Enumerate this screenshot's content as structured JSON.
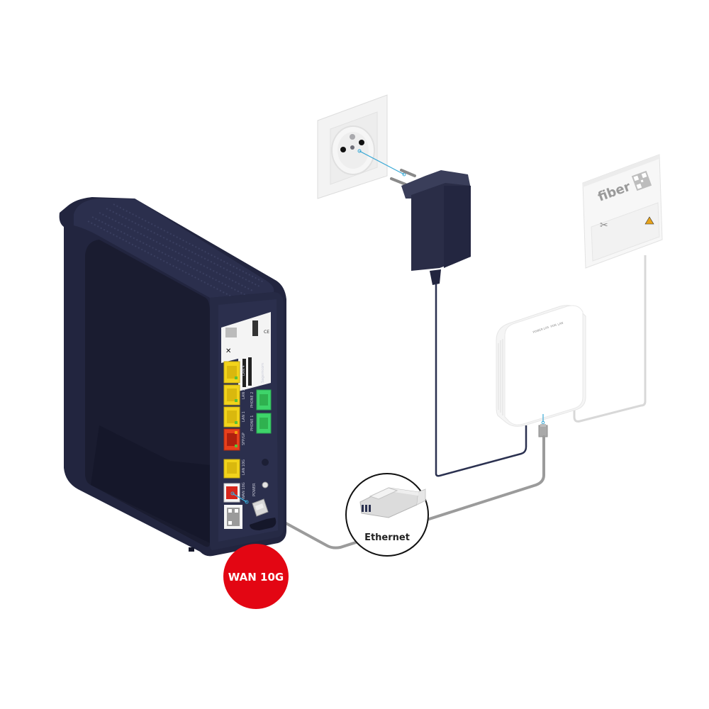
{
  "diagram": {
    "title": "Box fiber installation - WAN 10G connection",
    "badges": {
      "wan": {
        "label": "WAN 10G",
        "color": "#e30613"
      }
    },
    "callout": {
      "label": "Ethernet",
      "icon": "ethernet-plug-icon"
    },
    "fiber_outlet": {
      "brand": "fiber",
      "icons": [
        "scissors-icon",
        "laser-warning-icon",
        "qr-code-icon"
      ]
    },
    "ont": {
      "leds": [
        "POWER",
        "LOS",
        "PON",
        "LAN"
      ]
    },
    "router": {
      "ports": [
        {
          "id": "lan4",
          "label": "LAN 4",
          "color": "#f2d31b"
        },
        {
          "id": "lan2",
          "label": "LAN 2",
          "color": "#f2d31b"
        },
        {
          "id": "lan1",
          "label": "LAN 1",
          "color": "#f2d31b"
        },
        {
          "id": "sfp",
          "label": "SFP/GP",
          "color": "#e8401c"
        },
        {
          "id": "lan10g",
          "label": "LAN 10G",
          "color": "#f2d31b"
        },
        {
          "id": "wan10g",
          "label": "WAN 10G",
          "color": "#d7261b"
        },
        {
          "id": "phone2",
          "label": "PHONE 2",
          "color": "#3ed46a"
        },
        {
          "id": "phone1",
          "label": "PHONE 1",
          "color": "#3ed46a"
        }
      ],
      "power_label": "POWER",
      "brand_label": "Sagemcom"
    },
    "colors": {
      "router_body": "#22253f",
      "cable_ethernet": "#9b9b9b",
      "cable_power": "#2b3150",
      "cable_fiber": "#d8d8d8",
      "guide_line": "#3aa9d6"
    }
  }
}
